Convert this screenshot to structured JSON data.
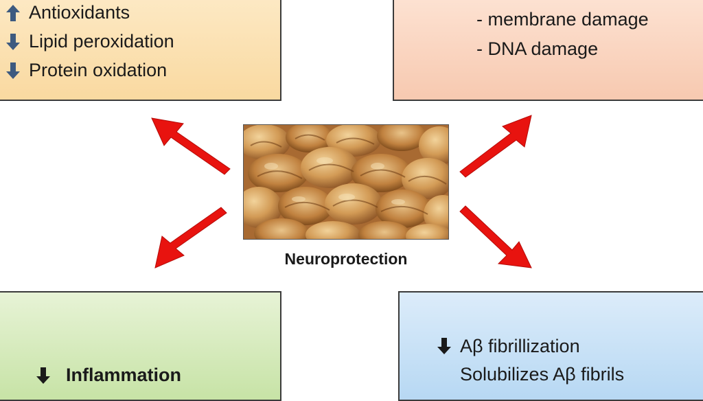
{
  "top_left": {
    "lines": [
      {
        "text": "Antioxidants",
        "direction": "up"
      },
      {
        "text": "Lipid peroxidation",
        "direction": "down"
      },
      {
        "text": "Protein oxidation",
        "direction": "down"
      }
    ]
  },
  "top_right": {
    "lines": [
      "- membrane damage",
      "- DNA damage"
    ]
  },
  "center": {
    "caption": "Neuroprotection",
    "image_subject": "walnut kernels"
  },
  "bottom_left": {
    "line": {
      "text": "Inflammation",
      "direction": "down"
    }
  },
  "bottom_right": {
    "lines": [
      {
        "text": "Aβ fibrillization",
        "direction": "down"
      },
      {
        "text": "Solubilizes Aβ fibrils",
        "direction": "none"
      }
    ]
  },
  "colors": {
    "arrow_red": "#e8130f",
    "arrow_blue_dark": "#3d5a80",
    "arrow_black": "#1a1a1a",
    "box_top_left": "#fbe3b6",
    "box_top_right": "#f9d3bf",
    "box_bottom_left": "#d4eabb",
    "box_bottom_right": "#c9e1f6"
  }
}
